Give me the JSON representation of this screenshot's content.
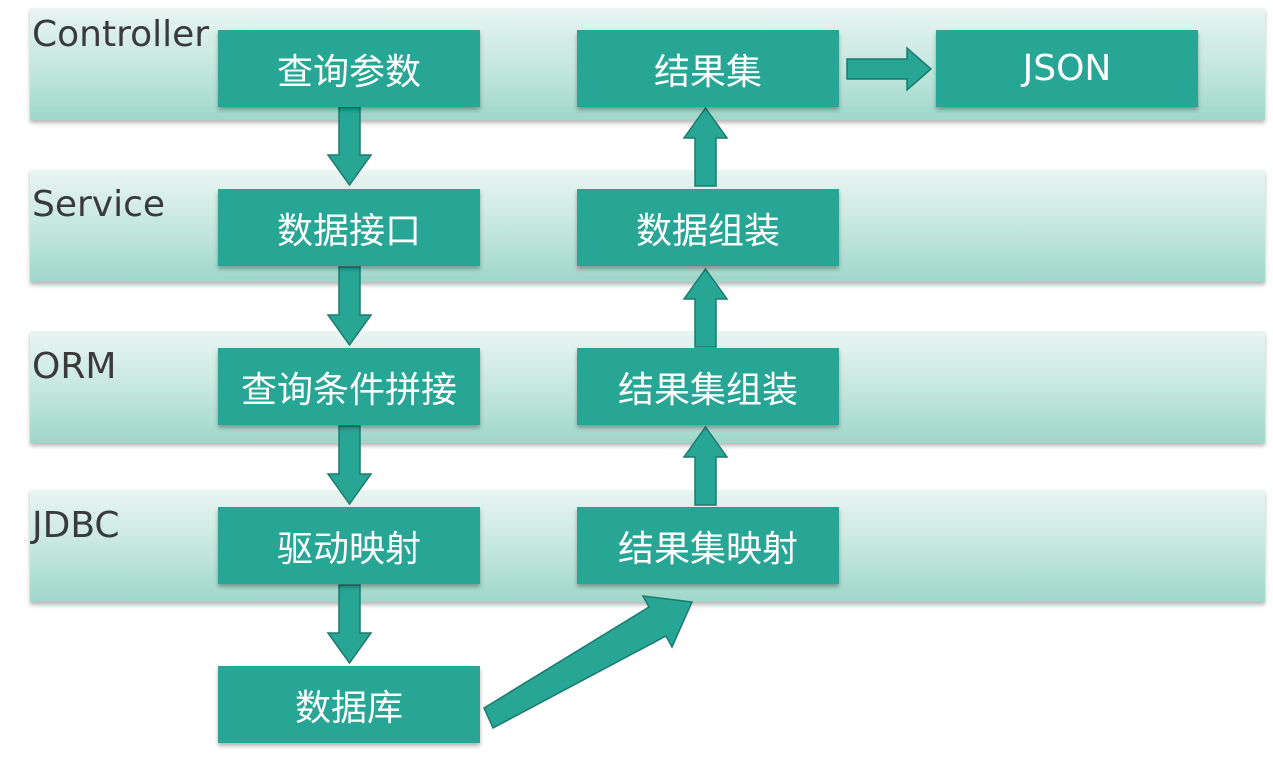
{
  "colors": {
    "box_fill": "#27a696",
    "box_text": "#ffffff",
    "layer_band": "#c2e6dd",
    "label_text": "#3a3a3a"
  },
  "layers": {
    "controller": "Controller",
    "service": "Service",
    "orm": "ORM",
    "jdbc": "JDBC"
  },
  "boxes": {
    "query_params": "查询参数",
    "data_interface": "数据接口",
    "query_condition_concat": "查询条件拼接",
    "driver_mapping": "驱动映射",
    "database": "数据库",
    "resultset_mapping": "结果集映射",
    "resultset_assembly": "结果集组装",
    "data_assembly": "数据组装",
    "resultset": "结果集",
    "json": "JSON"
  }
}
